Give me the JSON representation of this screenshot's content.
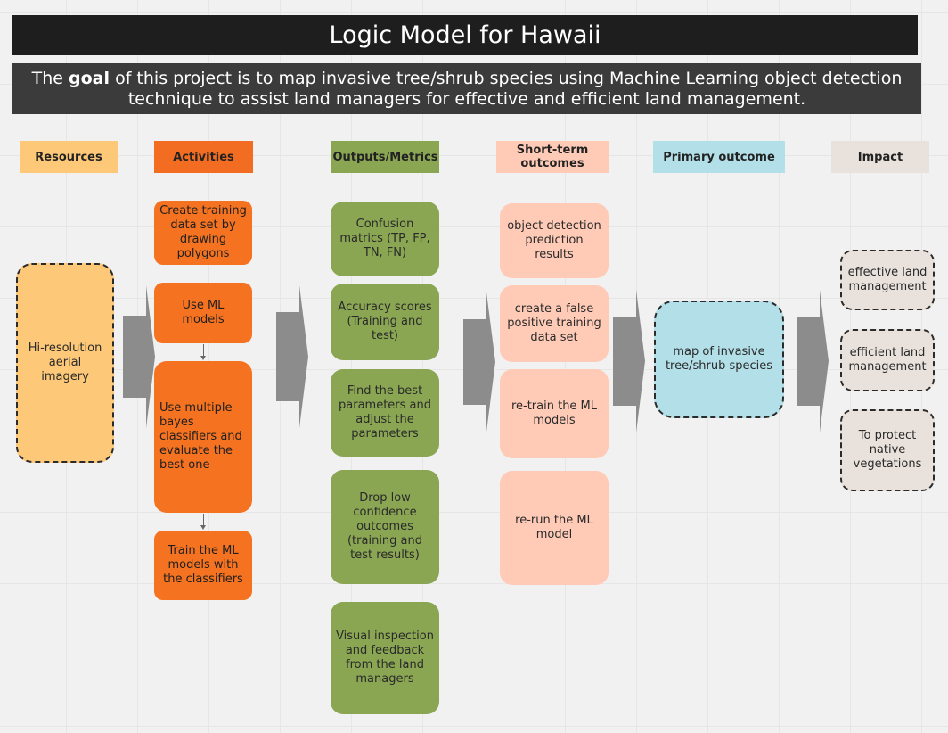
{
  "title": "Logic Model for Hawaii",
  "goal": {
    "line1_prefix": "The ",
    "line1_bold": "goal",
    "line1_rest": " of this project is to map invasive tree/shrub species using Machine Learning object detection",
    "line2": "technique to assist land managers for effective and efficient land management."
  },
  "headers": {
    "resources": "Resources",
    "activities": "Activities",
    "outputs": "Outputs/Metrics",
    "short_term": "Short-term outcomes",
    "primary": "Primary outcome",
    "impact": "Impact"
  },
  "resources": [
    "Hi-resolution aerial imagery"
  ],
  "activities": [
    "Create training data set by drawing polygons",
    "Use ML models",
    "Use multiple bayes classifiers and evaluate the best one",
    "Train the ML models with the classifiers"
  ],
  "outputs": [
    "Confusion matrics (TP, FP, TN, FN)",
    "Accuracy scores (Training and test)",
    "Find the best parameters and adjust the parameters",
    "Drop low confidence outcomes (training and test results)",
    "Visual inspection and feedback from the land managers"
  ],
  "short_term": [
    "object detection prediction results",
    "create a false positive training data set",
    "re-train the ML models",
    "re-run the ML model"
  ],
  "primary": [
    "map of invasive tree/shrub species"
  ],
  "impact": [
    "effective land management",
    "efficient land management",
    "To protect native vegetations"
  ],
  "colors": {
    "resources": "#fdc878",
    "activities_header": "#f26d21",
    "activities": "#f47220",
    "outputs": "#8aa653",
    "short_term": "#ffcbb7",
    "primary": "#b3e0e8",
    "impact": "#e9e2dc",
    "arrow": "#8c8c8c"
  }
}
